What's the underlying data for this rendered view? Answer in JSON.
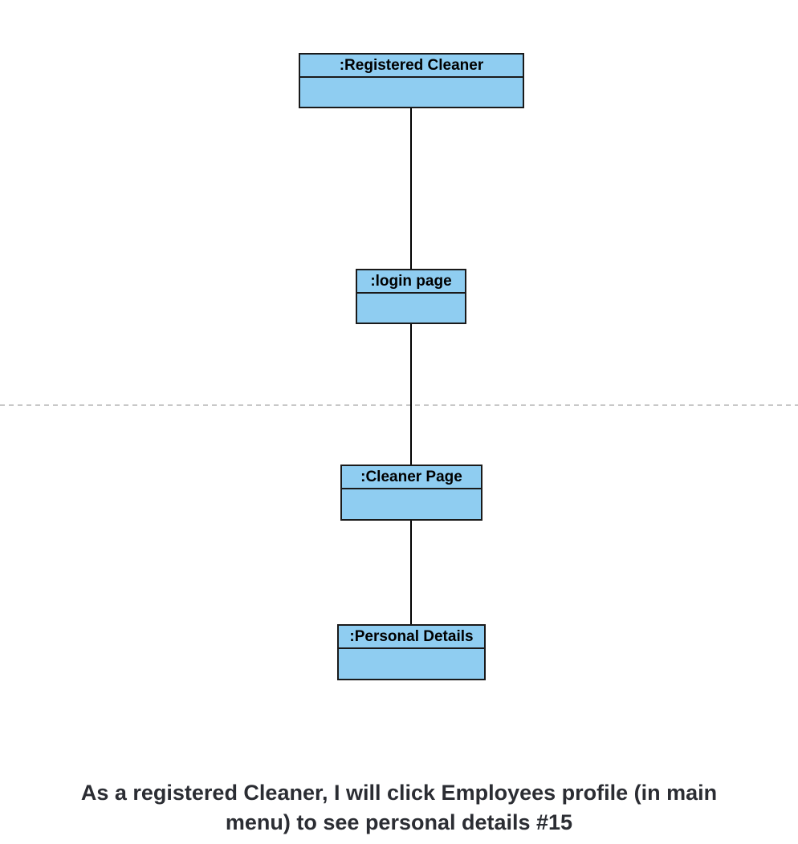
{
  "diagram": {
    "objects": [
      {
        "id": "registered-cleaner",
        "name": ":Registered Cleaner"
      },
      {
        "id": "login-page",
        "name": ":login page"
      },
      {
        "id": "cleaner-page",
        "name": ":Cleaner Page"
      },
      {
        "id": "personal-details",
        "name": ":Personal Details"
      }
    ],
    "links": [
      {
        "from": "registered-cleaner",
        "to": "login-page"
      },
      {
        "from": "login-page",
        "to": "cleaner-page"
      },
      {
        "from": "cleaner-page",
        "to": "personal-details"
      }
    ],
    "colors": {
      "object_fill": "#8fcdf1",
      "object_border": "#1a1a1a",
      "separator": "#b5b5b5",
      "caption_text": "#2b2d33"
    }
  },
  "caption": {
    "line1": "As a registered Cleaner, I will click Employees profile (in main",
    "line2": "menu) to see personal details #15"
  }
}
